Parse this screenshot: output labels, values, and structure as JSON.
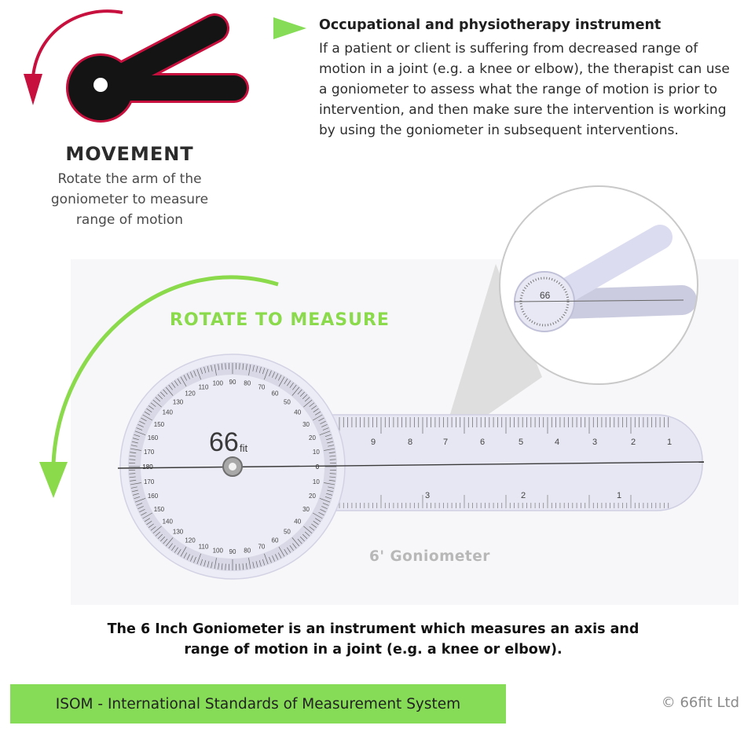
{
  "movement": {
    "title": "MOVEMENT",
    "description": "Rotate the arm of the goniometer to measure range of motion"
  },
  "info": {
    "title": "Occupational and physiotherapy instrument",
    "body": "If a patient or client is suffering from decreased range of motion in a joint (e.g. a knee or elbow), the therapist can use a goniometer to assess what the range of motion is prior to intervention, and then make sure the intervention is working by using the goniometer in subsequent interventions."
  },
  "product": {
    "rotate_label": "ROTATE TO MEASURE",
    "name": "6' Goniometer",
    "brand_number": "66",
    "brand_suffix": "fit",
    "ruler_numbers": [
      "9",
      "8",
      "7",
      "6",
      "5",
      "4",
      "3",
      "2",
      "1"
    ],
    "ruler_lower_numbers": [
      "3",
      "2",
      "1"
    ],
    "dial_numbers": [
      "0",
      "10",
      "20",
      "30",
      "40",
      "50",
      "60",
      "70",
      "80",
      "90",
      "100",
      "110",
      "120",
      "130",
      "140",
      "150",
      "160",
      "170",
      "180"
    ]
  },
  "caption": "The 6 Inch Goniometer is an instrument which measures an axis and range of motion in a joint (e.g. a knee or elbow).",
  "footer": {
    "isom": "ISOM - International Standards of Measurement System",
    "copyright": "© 66fit Ltd"
  },
  "colors": {
    "accent_green": "#86dc57",
    "label_green": "#8ada4c",
    "arc_red": "#c8103e",
    "tool_black": "#141414"
  },
  "icons": [
    "rotation-arrow-icon",
    "goniometer-icon",
    "triangle-bullet-icon",
    "rotate-arrow-icon"
  ]
}
